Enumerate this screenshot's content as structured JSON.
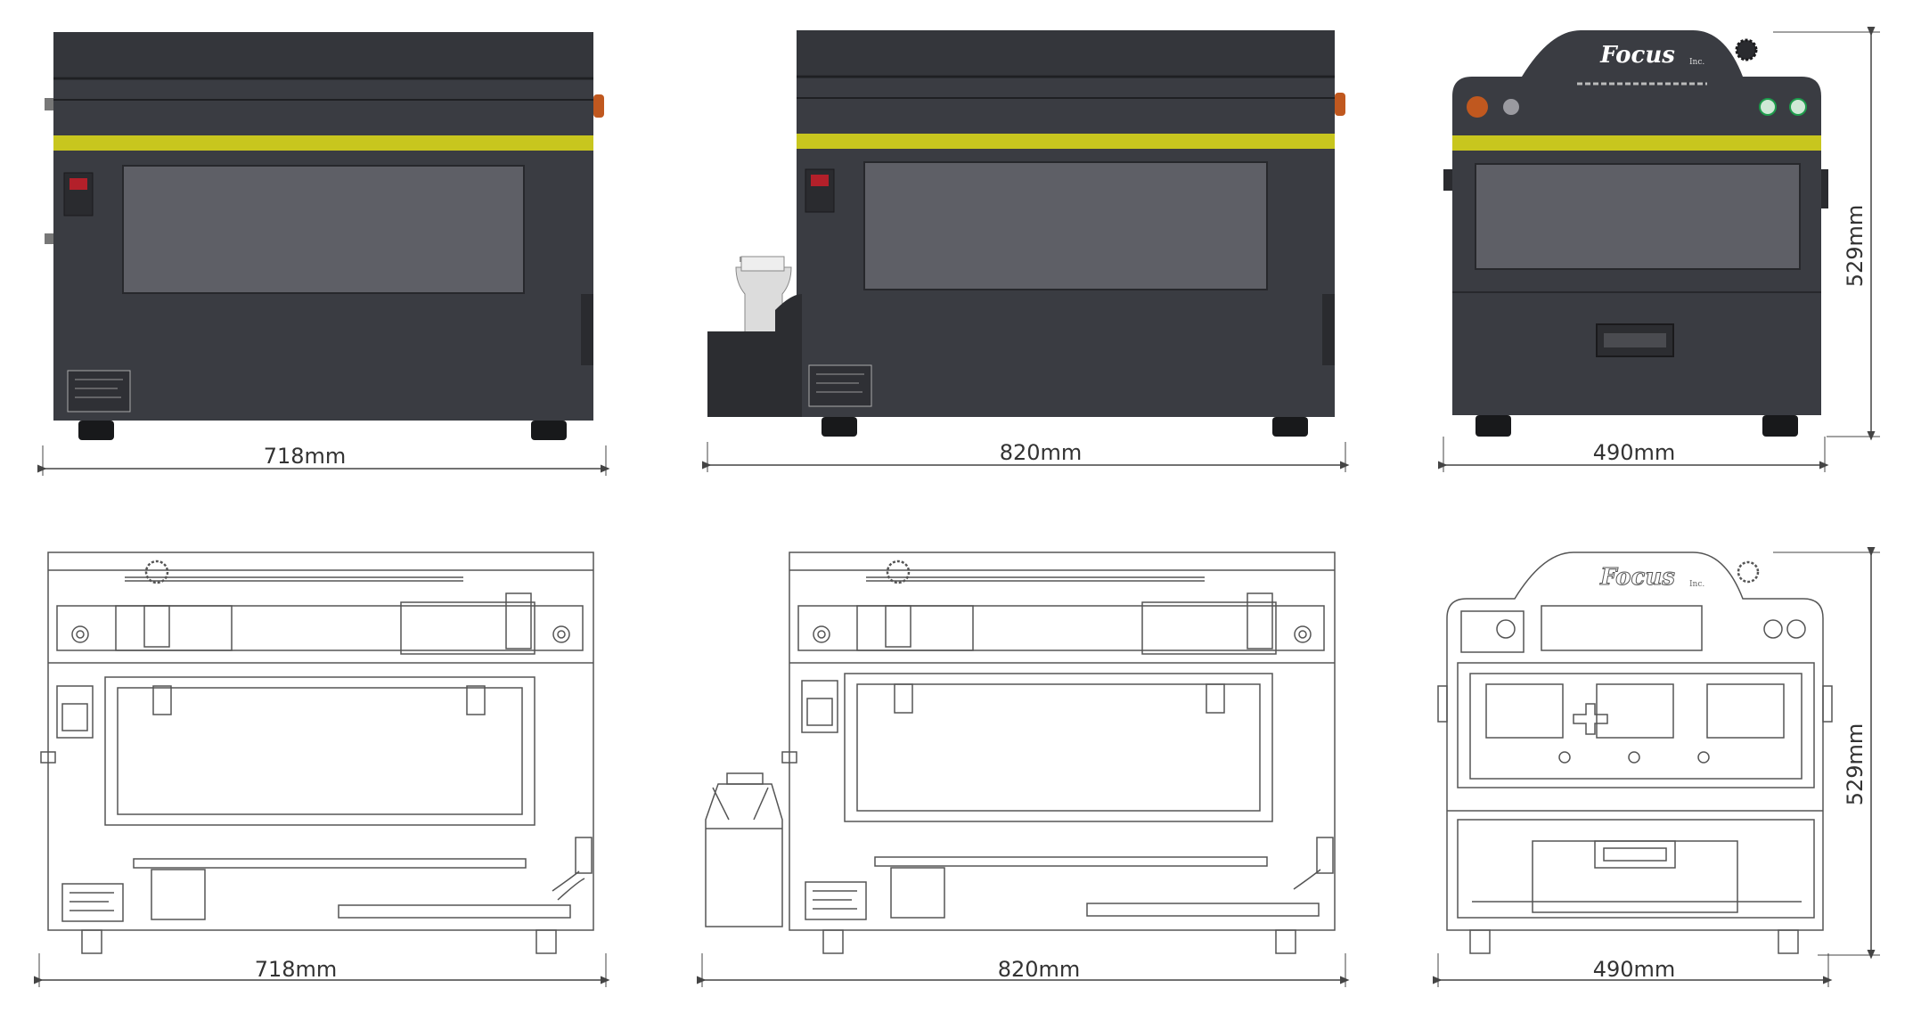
{
  "colors": {
    "body": "#3a3c42",
    "body_dark": "#2c2d31",
    "window": "#5e5f66",
    "stripe": "#c8c61e",
    "orange_knob": "#c0581f",
    "line": "#555555",
    "dim_line": "#444444"
  },
  "dimensions": {
    "top_left_width": "718mm",
    "top_mid_width": "820mm",
    "top_right_width": "490mm",
    "top_right_height": "529mm",
    "bot_left_width": "718mm",
    "bot_mid_width": "820mm",
    "bot_right_width": "490mm",
    "bot_right_height": "529mm"
  },
  "brand": {
    "logo": "Focus",
    "logo_suffix": "Inc."
  },
  "icons": [
    "power-switch-icon",
    "orange-knob-icon",
    "indicator-light-icon",
    "bottle-icon",
    "gear-knob-icon"
  ]
}
